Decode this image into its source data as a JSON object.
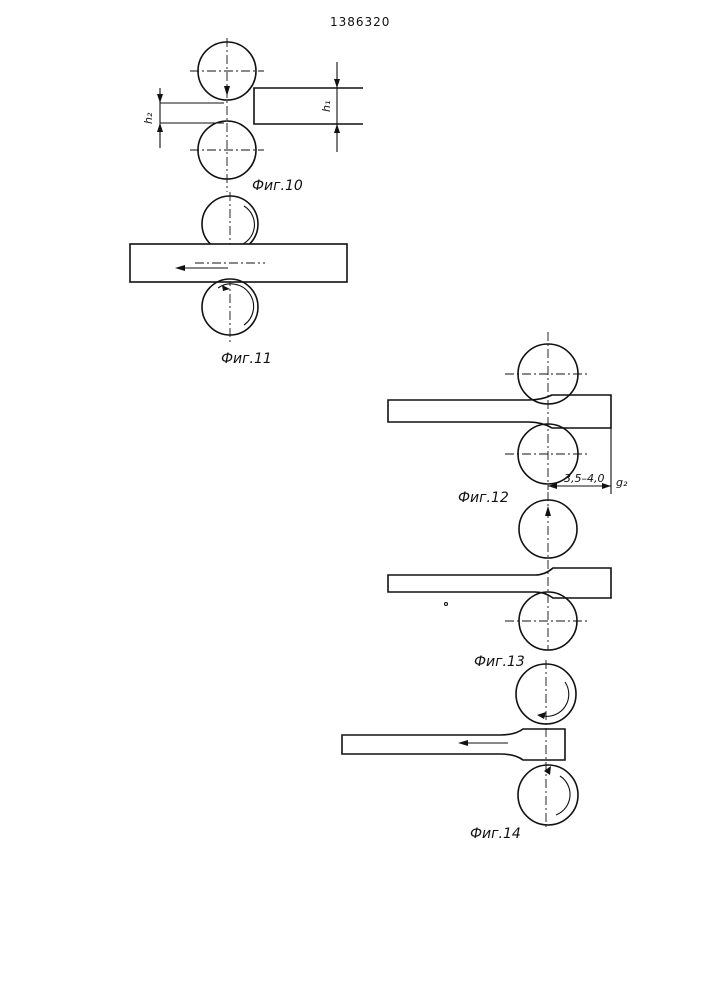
{
  "document": {
    "patent_number": "1386320"
  },
  "figures": [
    {
      "id": "fig10",
      "caption": "Фиг.10",
      "dim_h2": "h₂",
      "dim_h1": "h₁"
    },
    {
      "id": "fig11",
      "caption": "Фиг.11"
    },
    {
      "id": "fig12",
      "caption": "Фиг.12",
      "dimension": "3,5–4,0",
      "dim_label": "g₂"
    },
    {
      "id": "fig13",
      "caption": "Фиг.13"
    },
    {
      "id": "fig14",
      "caption": "Фиг.14"
    }
  ]
}
